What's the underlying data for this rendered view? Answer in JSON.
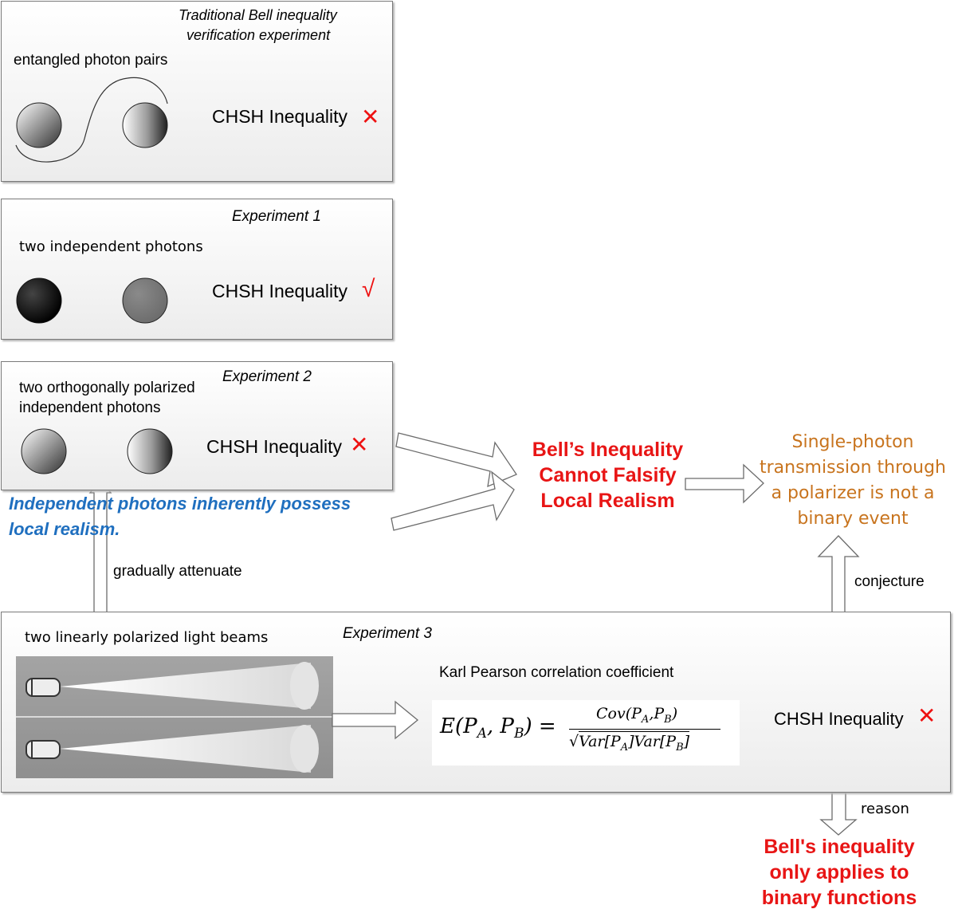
{
  "traditional": {
    "title": "Traditional Bell inequality verification experiment",
    "title_line1": "Traditional Bell inequality",
    "title_line2": "verification experiment",
    "label": "entangled photon pairs",
    "inequality": "CHSH Inequality",
    "result": "✕"
  },
  "experiment1": {
    "title": "Experiment 1",
    "label": "two independent photons",
    "inequality": "CHSH Inequality",
    "result": "√"
  },
  "experiment2": {
    "title": "Experiment 2",
    "label_line1": "two orthogonally polarized",
    "label_line2": "independent photons",
    "inequality": "CHSH Inequality",
    "result": "✕"
  },
  "note_blue_line1": "Independent photons inherently possess",
  "note_blue_line2": "local realism.",
  "attenuate_label": "gradually attenuate",
  "conclusion": {
    "line1": "Bell’s Inequality",
    "line2": "Cannot Falsify",
    "line3": "Local Realism"
  },
  "conjecture_text": {
    "line1": "Single-photon",
    "line2": "transmission through",
    "line3": "a polarizer is not a",
    "line4": "binary event"
  },
  "conjecture_label": "conjecture",
  "experiment3": {
    "title": "Experiment 3",
    "label": "two linearly polarized light beams",
    "pearson_label": "Karl Pearson correlation coefficient",
    "formula_lhs": "E(P",
    "formula_num": "Cov(P",
    "formula_den": "Var[P",
    "inequality": "CHSH Inequality",
    "result": "✕"
  },
  "reason_label": "reason",
  "final": {
    "line1": "Bell's inequality",
    "line2": "only applies to",
    "line3": "binary functions"
  },
  "colors": {
    "red": "#e81515",
    "blue": "#1f6fbf",
    "orange": "#c8741e"
  }
}
